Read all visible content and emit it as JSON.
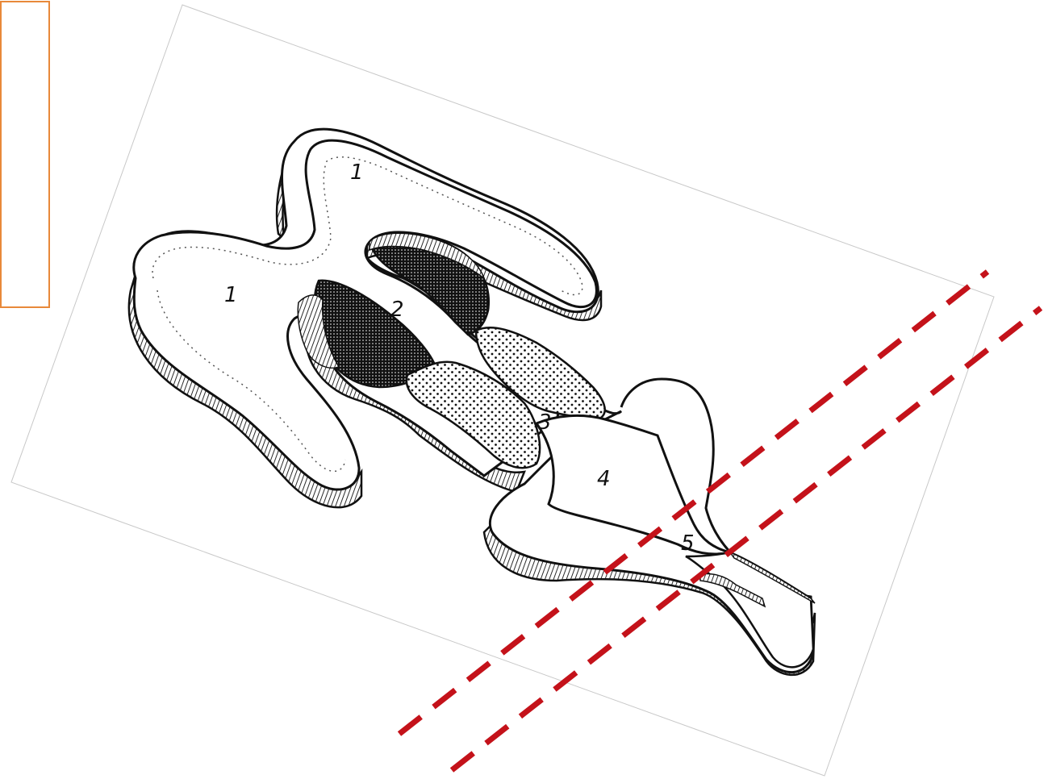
{
  "labels": {
    "l1a": "1",
    "l1b": "1",
    "l2": "2",
    "l3": "3",
    "l4": "4",
    "l5": "5"
  },
  "colors": {
    "frame_border": "#E8893A",
    "dash_line": "#C4121A",
    "ink": "#111111",
    "page_edge": "#bdbdbd"
  }
}
